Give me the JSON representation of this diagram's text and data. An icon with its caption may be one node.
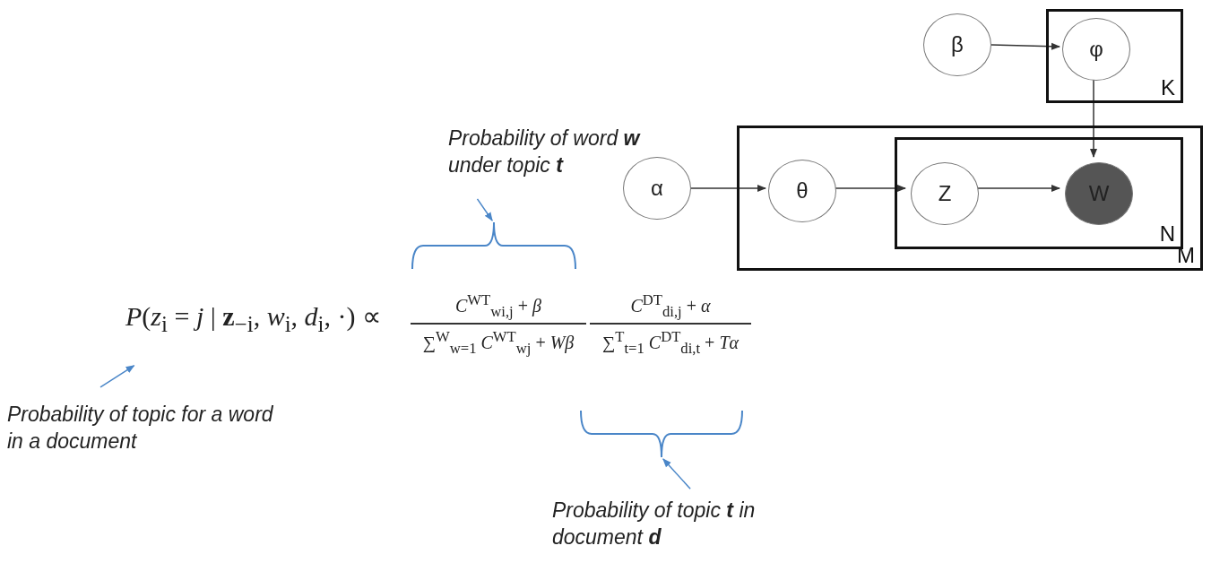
{
  "diagram": {
    "nodes": [
      {
        "text": [
          "β"
        ]
      },
      {
        "text": [
          "K"
        ]
      },
      {
        "text": [
          "φ"
        ],
        "in": 1
      },
      {
        "text": [
          "α"
        ]
      },
      {
        "text": [
          "M"
        ]
      },
      {
        "text": [
          "θ"
        ],
        "in": 4
      },
      {
        "text": [
          "N"
        ],
        "in": 4
      },
      {
        "text": [
          "Z"
        ],
        "in": 6
      },
      {
        "text": [
          "W"
        ],
        "in": 6
      },
      {
        "text": [
          "Probability of word **w** under topic **t**"
        ]
      },
      {
        "text": [],
        "shape": "brace"
      },
      {
        "text": [
          "*P*(*z*$_{i}$ = *j* | **z**$_{−i}$, *w*$_{i}$, *d*$_{i}$, ·) ∝"
        ]
      },
      {
        "text": [
          "*C*$^{WT}$$_{wi,j}$ + *β*",
          "∑$^{W}$$_{w=1}$ *C*$^{WT}$$_{wj}$ + *Wβ*"
        ]
      },
      {
        "text": [
          "*C*$^{DT}$$_{di,j}$ + *α*",
          "∑$^{T}$$_{t=1}$ *C*$^{DT}$$_{di,t}$ + *Tα*"
        ]
      },
      {
        "text": [
          "Probability of topic for a word in a document"
        ]
      },
      {
        "text": [],
        "shape": "brace"
      },
      {
        "text": [
          "Probability of topic **t** in document **d**"
        ]
      }
    ],
    "edges": [
      {
        "from": 0,
        "to": 2,
        "arrow": "to"
      },
      {
        "from": 2,
        "to": 8,
        "arrow": "to"
      },
      {
        "from": 3,
        "to": 5,
        "arrow": "to"
      },
      {
        "from": 5,
        "to": 7,
        "arrow": "to"
      },
      {
        "from": 7,
        "to": 8,
        "arrow": "to"
      },
      {
        "from": 9,
        "to": 10,
        "arrow": "to",
        "color": "#4a86c8"
      },
      {
        "from": 14,
        "to": 11,
        "arrow": "to",
        "color": "#4a86c8"
      },
      {
        "from": 16,
        "to": 15,
        "arrow": "to",
        "color": "#4a86c8"
      }
    ]
  }
}
